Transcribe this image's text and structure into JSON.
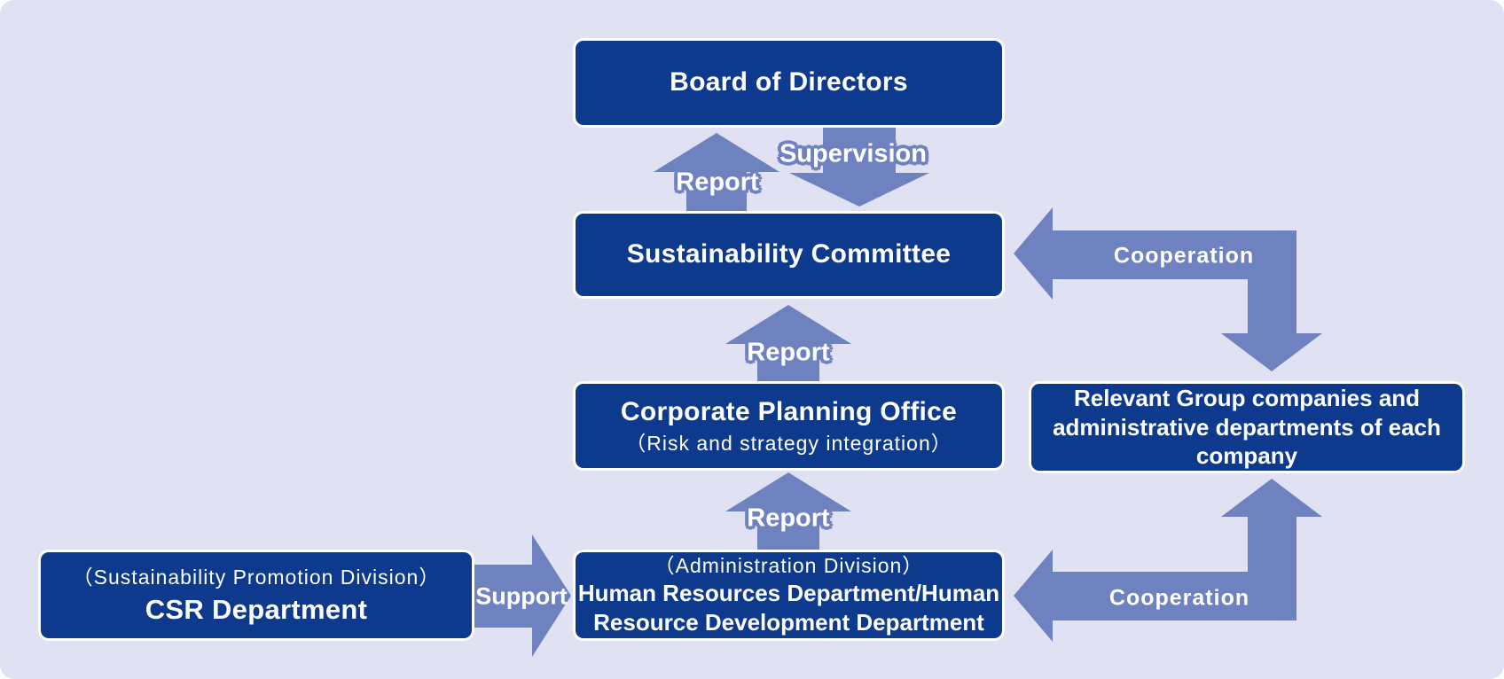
{
  "colors": {
    "background": "#e0e2f3",
    "box_fill": "#0d3a8c",
    "box_border": "#ffffff",
    "box_text": "#ffffff",
    "arrow": "#6f82c0"
  },
  "boxes": {
    "board": {
      "title": "Board of Directors"
    },
    "sustainability": {
      "title": "Sustainability Committee"
    },
    "corporate": {
      "title": "Corporate Planning Office",
      "subtitle": "（Risk and strategy integration）"
    },
    "relevant": {
      "lines": [
        "Relevant Group companies and",
        "administrative departments of each",
        "company"
      ]
    },
    "csr": {
      "subtitle": "（Sustainability Promotion Division）",
      "title": "CSR Department"
    },
    "hr": {
      "subtitle": "（Administration Division）",
      "lines": [
        "Human Resources Department/Human",
        "Resource Development Department"
      ]
    }
  },
  "arrow_labels": {
    "report_to_board": "Report",
    "supervision": "Supervision",
    "report_to_committee": "Report",
    "report_to_corporate": "Report",
    "cooperation_top": "Cooperation",
    "cooperation_bottom": "Cooperation",
    "support": "Support"
  }
}
